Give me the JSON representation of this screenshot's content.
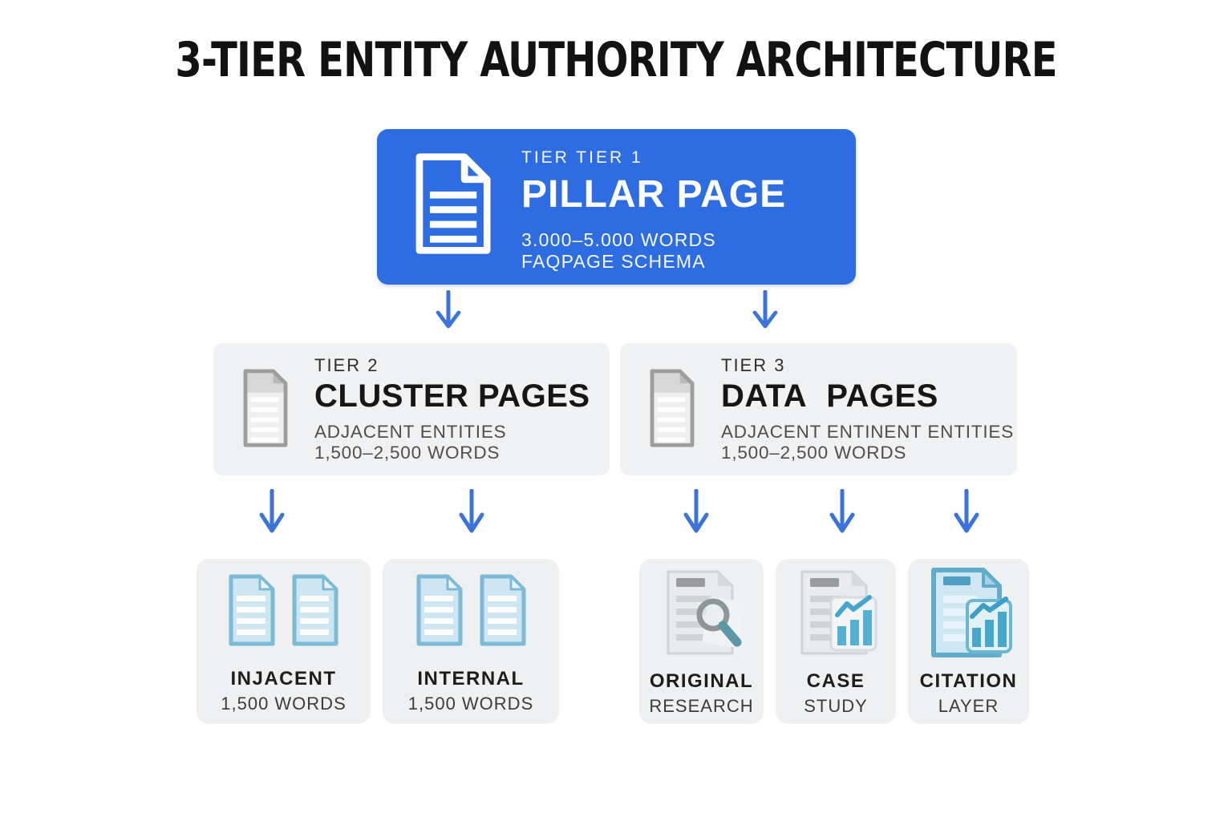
{
  "title": "3-TIER ENTITY AUTHORITY ARCHITECTURE",
  "pillar": {
    "tier_label": "TIER TIER 1",
    "title": "PILLAR PAGE",
    "specs": [
      "3.000–5.000 WORDS",
      "FAQPAGE SCHEMA"
    ]
  },
  "tiers": [
    {
      "label": "TIER 2",
      "title": "CLUSTER PAGES",
      "lines": [
        "ADJACENT ENTITIES",
        "1,500–2,500 WORDS"
      ]
    },
    {
      "label": "TIER 3",
      "title": "DATA PAGES",
      "lines": [
        "ADJACENT ENTINENT ENTITIES",
        "1,500–2,500 WORDS"
      ]
    }
  ],
  "tiles": [
    {
      "title": "INJACENT",
      "subtitle": "1,500 WORDS",
      "icon": "document-pair-icon"
    },
    {
      "title": "INTERNAL",
      "subtitle": "1,500 WORDS",
      "icon": "document-pair-icon"
    },
    {
      "title": "ORIGINAL",
      "subtitle": "RESEARCH",
      "icon": "document-magnifier-icon"
    },
    {
      "title": "CASE",
      "subtitle": "STUDY",
      "icon": "document-chart-icon"
    },
    {
      "title": "CITATION",
      "subtitle": "LAYER",
      "icon": "document-chart-blue-icon"
    }
  ],
  "colors": {
    "pillar_blue": "#2d6ce1",
    "arrow_blue": "#3b73da",
    "tier_card_gray": "#f0f1f2",
    "tile_gray": "#eef0f1",
    "doc_blue_border": "#7cbbd8",
    "chart_teal": "#56b0d4"
  }
}
